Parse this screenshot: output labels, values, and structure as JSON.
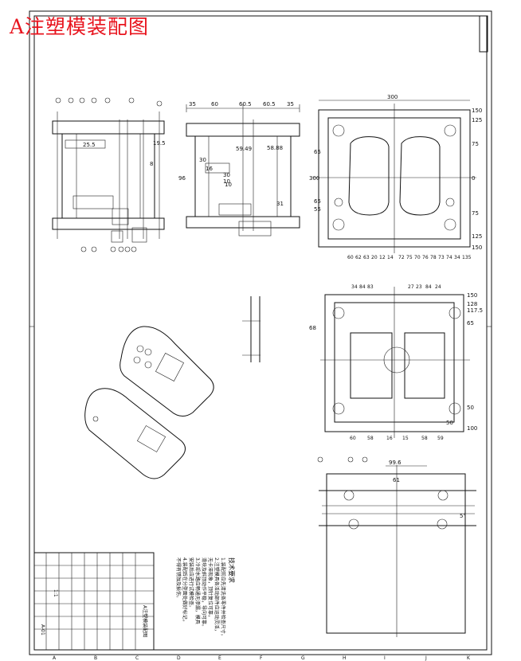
{
  "title": "A注塑模装配图",
  "views": {
    "left_dims": [
      "25.5",
      "19.5",
      "8"
    ],
    "mid_dims": [
      "35",
      "60",
      "60.5",
      "60.5",
      "35",
      "59.49",
      "58.88",
      "30",
      "16",
      "10",
      "30",
      "10",
      "96",
      "31"
    ],
    "top_width": "300",
    "right_ticks": [
      "150",
      "125",
      "75",
      "0",
      "75",
      "125",
      "150"
    ],
    "right_left_labels": [
      "65",
      "65",
      "55",
      "300"
    ],
    "right_callouts": [
      "60",
      "62",
      "63",
      "20",
      "12",
      "14",
      "72",
      "75",
      "70",
      "76",
      "78",
      "73",
      "74",
      "34",
      "135"
    ],
    "section_ticks": [
      "150",
      "128",
      "117.5",
      "65"
    ],
    "section_left": "68",
    "section_top_callouts": [
      "34",
      "84",
      "83",
      "27",
      "23",
      "84",
      "24"
    ],
    "section_bottom_callouts": [
      "60",
      "58",
      "16",
      "15",
      "58",
      "59"
    ],
    "section_dims": [
      "50",
      "100",
      "50"
    ],
    "bottom_dims": [
      "99.6",
      "61"
    ],
    "bottom_angle": "5°"
  },
  "notes": {
    "title": "技术要求",
    "lines": [
      "1.装配前应先清洗各零件并检查尺寸。",
      "2.注塑模具各活动部件应运动灵活，",
      "  无卡滞现象，顶针复位可靠，",
      "  滑块及斜顶动作平稳，导向可靠。",
      "3.冷却水路应畅通无渗漏，模具",
      "  安装后应进行试模检查。",
      "4.装配后在分型面处做好标记，",
      "  不得有锈蚀及损伤。"
    ]
  },
  "title_block": {
    "drawing_no": "A-01",
    "scale": "1:1",
    "name": "A注塑模装配图"
  },
  "sheet_border_letters": [
    "A",
    "B",
    "C",
    "D",
    "E",
    "F",
    "G",
    "H",
    "I",
    "J",
    "K"
  ]
}
